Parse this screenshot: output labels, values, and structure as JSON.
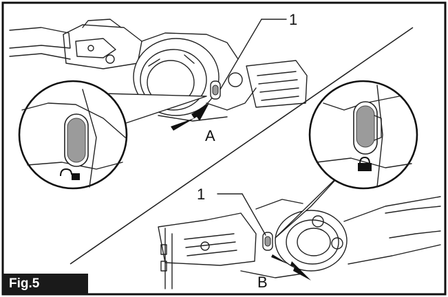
{
  "figure": {
    "label": "Fig.5",
    "callouts": {
      "part_top": "1",
      "part_bottom": "1",
      "position_a": "A",
      "position_b": "B"
    },
    "colors": {
      "switch_fill": "#9b9b9b",
      "line": "#222222",
      "label_bg": "#1a1a1a"
    },
    "icons": {
      "unlocked": "unlocked-padlock-icon",
      "locked": "locked-padlock-icon"
    }
  }
}
